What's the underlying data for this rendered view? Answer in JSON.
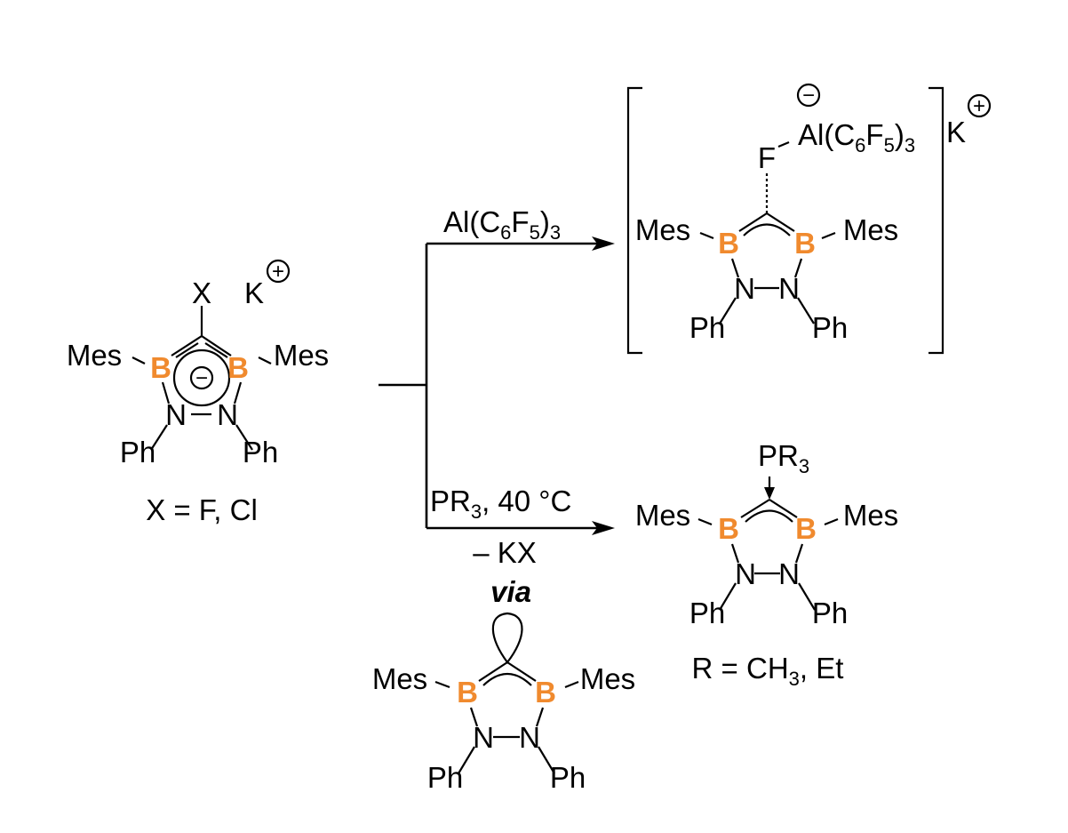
{
  "colors": {
    "boron": "#f08a2e",
    "ink": "#000000",
    "background": "#ffffff"
  },
  "atoms": {
    "boron": "B",
    "nitrogen": "N",
    "fluorine": "F"
  },
  "substituents": {
    "mes": "Mes",
    "ph": "Ph"
  },
  "reactant": {
    "x_label": "X",
    "cation": "K",
    "charge_plus": "+",
    "charge_minus": "−",
    "definition": "X = F, Cl"
  },
  "top_arrow": {
    "reagent_prefix": "Al(C",
    "reagent_sub1": "6",
    "reagent_mid": "F",
    "reagent_sub2": "5",
    "reagent_suffix": ")",
    "reagent_sub3": "3"
  },
  "top_product": {
    "lewis_acid_prefix": "Al(C",
    "lewis_acid_sub1": "6",
    "lewis_acid_mid": "F",
    "lewis_acid_sub2": "5",
    "lewis_acid_suffix": ")",
    "lewis_acid_sub3": "3",
    "cation": "K",
    "charge_plus": "+",
    "charge_minus": "−"
  },
  "bottom_arrow": {
    "reagent_prefix": "PR",
    "reagent_sub": "3",
    "reagent_suffix": ", 40 °C",
    "byproduct": "– KX",
    "via": "via"
  },
  "bottom_product": {
    "ligand_prefix": "PR",
    "ligand_sub": "3",
    "definition_prefix": "R = CH",
    "definition_sub": "3",
    "definition_suffix": ", Et"
  }
}
